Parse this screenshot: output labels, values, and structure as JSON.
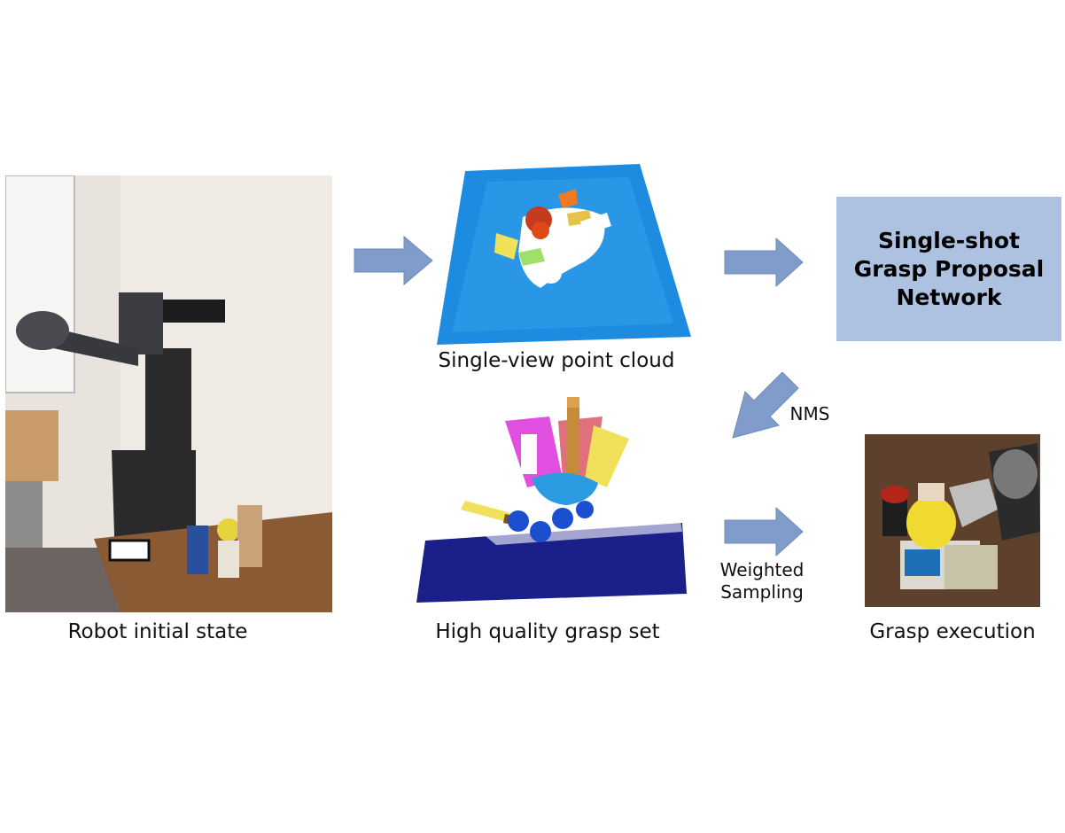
{
  "captions": {
    "robot_initial_state": "Robot initial state",
    "single_view_point_cloud": "Single-view point cloud",
    "high_quality_grasp_set": "High quality grasp set",
    "grasp_execution": "Grasp execution"
  },
  "network_box": {
    "title": "Single-shot\nGrasp Proposal\nNetwork"
  },
  "arrow_labels": {
    "nms": "NMS",
    "weighted_sampling": "Weighted\nSampling"
  },
  "colors": {
    "arrow": "#7f9ccb",
    "box": "#adc2e0"
  }
}
